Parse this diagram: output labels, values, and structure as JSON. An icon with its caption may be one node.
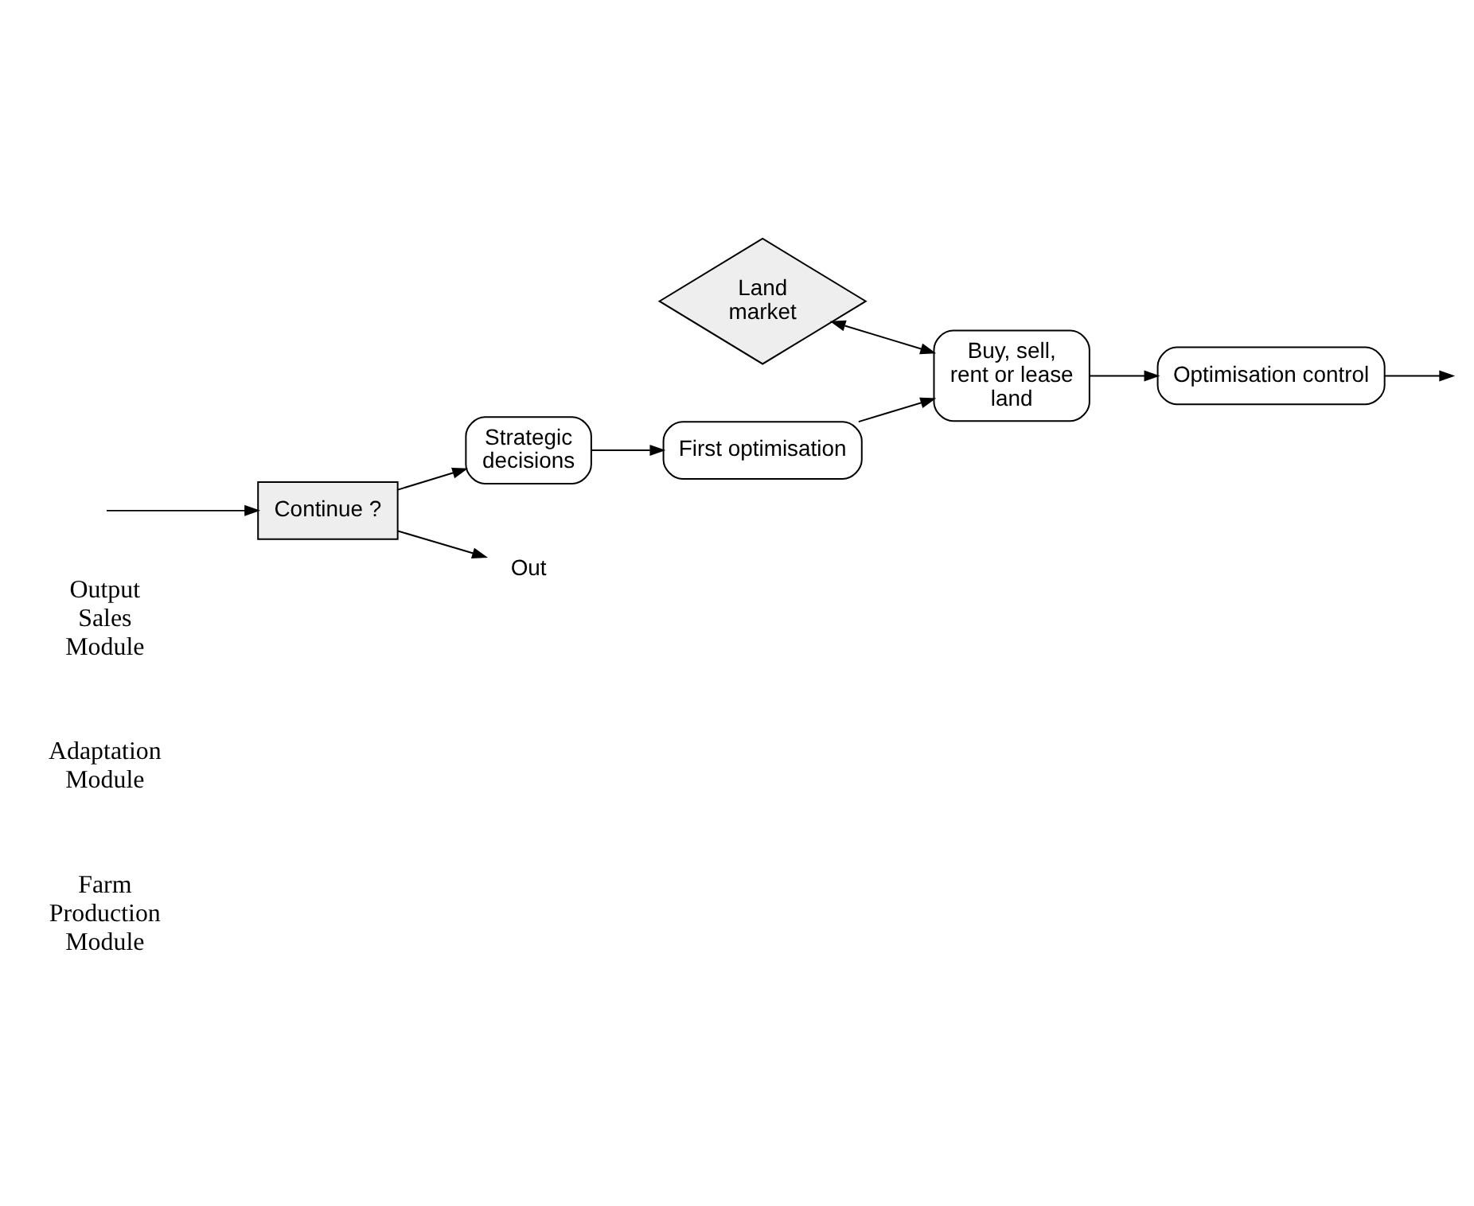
{
  "diagram": {
    "nodes": [
      {
        "text": [
          "Land market"
        ]
      },
      {
        "text": [
          "Buy, sell, rent or lease land"
        ]
      },
      {
        "text": [
          "Optimisation control"
        ]
      },
      {
        "text": [
          "First optimisation"
        ]
      },
      {
        "text": [
          "Strategic decisions"
        ]
      },
      {
        "text": [
          "Continue ?"
        ]
      },
      {
        "text": [
          "Out"
        ]
      }
    ],
    "edges": [
      {
        "from": 0,
        "to": 1,
        "arrow": "both"
      },
      {
        "from": 1,
        "to": 2,
        "arrow": "to"
      },
      {
        "from": 2,
        "to": null,
        "arrow": "to"
      },
      {
        "from": 3,
        "to": 1,
        "arrow": "to"
      },
      {
        "from": 4,
        "to": 3,
        "arrow": "to"
      },
      {
        "from": 5,
        "to": 4,
        "arrow": "to"
      },
      {
        "from": null,
        "to": 5,
        "arrow": "to"
      },
      {
        "from": 5,
        "to": 6,
        "arrow": "to"
      }
    ],
    "labels": [
      "Farm Production Module",
      "Adaptation Module",
      "Output Sales Module"
    ]
  }
}
